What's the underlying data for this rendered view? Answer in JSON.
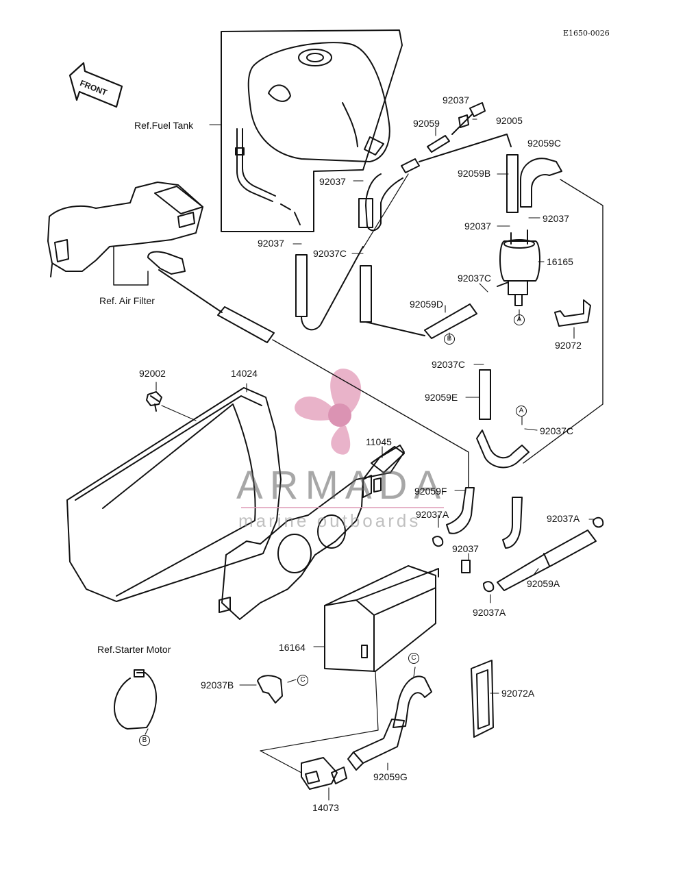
{
  "diagram": {
    "code": "E1650-0026",
    "front_label": "FRONT",
    "watermark": {
      "name": "ARMADA",
      "tagline": "marine outboards",
      "color": "#e29ab8"
    },
    "references": {
      "fuel_tank": "Ref.Fuel Tank",
      "air_filter": "Ref. Air Filter",
      "starter_motor": "Ref.Starter Motor"
    },
    "markers": {
      "a": "A",
      "b": "B",
      "c": "C"
    },
    "parts": {
      "p92037_top": "92037",
      "p92005": "92005",
      "p92059": "92059",
      "p92059C": "92059C",
      "p92037_tank": "92037",
      "p92059B": "92059B",
      "p92037_left": "92037",
      "p92037_right": "92037",
      "p92037_tankbottom": "92037",
      "p92037C_mid": "92037C",
      "p16165": "16165",
      "p92037C_filter": "92037C",
      "p92059D": "92059D",
      "p92072": "92072",
      "p92002": "92002",
      "p14024": "14024",
      "p92037C_e": "92037C",
      "p92059E": "92059E",
      "p92037C_a": "92037C",
      "p11045": "11045",
      "p92059F": "92059F",
      "p92037A_mid": "92037A",
      "p92037A_right": "92037A",
      "p92037_low": "92037",
      "p92059A": "92059A",
      "p92037A_low": "92037A",
      "p16164": "16164",
      "p92037B": "92037B",
      "p92072A": "92072A",
      "p92059G": "92059G",
      "p14073": "14073"
    }
  }
}
